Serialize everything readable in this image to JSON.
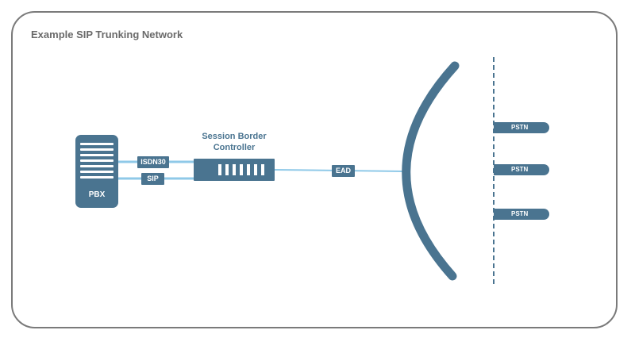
{
  "diagram": {
    "title": "Example SIP Trunking Network",
    "pbx": {
      "label": "PBX"
    },
    "links": {
      "isdn": "ISDN30",
      "sip": "SIP",
      "ead": "EAD"
    },
    "sbc": {
      "label_line1": "Session Border",
      "label_line2": "Controller"
    },
    "pstn": [
      "PSTN",
      "PSTN",
      "PSTN"
    ]
  },
  "colors": {
    "primary": "#4a7490",
    "link_line": "#8fc9e8",
    "frame": "#7a7a7a",
    "title_text": "#6a6a6a"
  }
}
